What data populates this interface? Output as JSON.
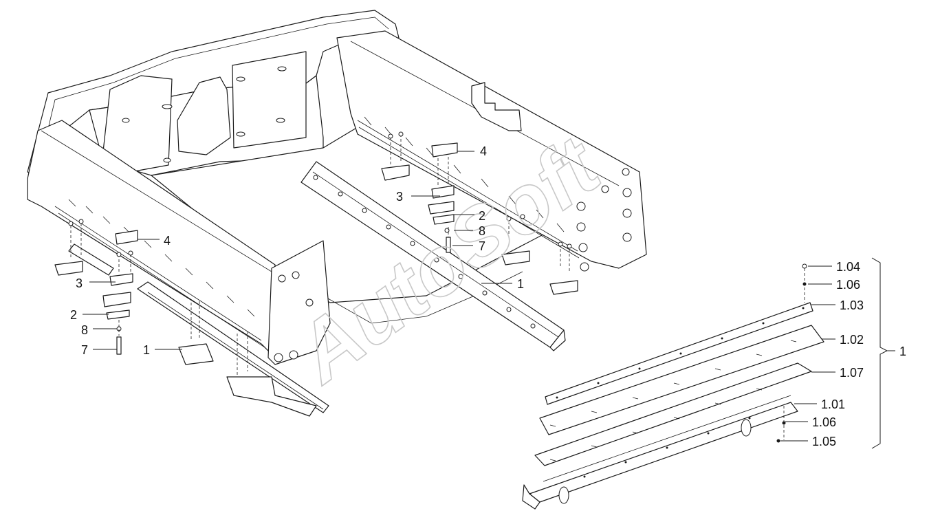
{
  "watermark": "AutoSoft",
  "callouts": {
    "left_4": "4",
    "left_3": "3",
    "left_2": "2",
    "left_8": "8",
    "left_7": "7",
    "left_1": "1",
    "right_4": "4",
    "right_3": "3",
    "right_2": "2",
    "right_8": "8",
    "right_7": "7",
    "right_1": "1",
    "exp_104": "1.04",
    "exp_106a": "1.06",
    "exp_103": "1.03",
    "exp_102": "1.02",
    "exp_107": "1.07",
    "exp_101": "1.01",
    "exp_106b": "1.06",
    "exp_105": "1.05",
    "assembly": "1"
  }
}
